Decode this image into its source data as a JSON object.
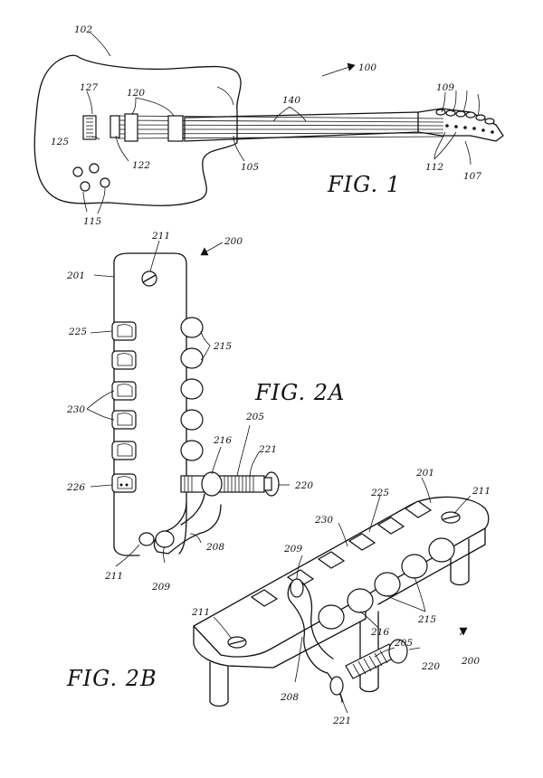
{
  "figures": [
    {
      "id": "fig1",
      "label": "FIG.  1"
    },
    {
      "id": "fig2a",
      "label": "FIG.  2A"
    },
    {
      "id": "fig2b",
      "label": "FIG.  2B"
    }
  ],
  "fig1_refs": {
    "r100": "100",
    "r102": "102",
    "r105": "105",
    "r107": "107",
    "r109": "109",
    "r112": "112",
    "r115": "115",
    "r120": "120",
    "r122": "122",
    "r125": "125",
    "r127": "127",
    "r140": "140"
  },
  "fig2a_refs": {
    "r200": "200",
    "r201": "201",
    "r205": "205",
    "r208": "208",
    "r209": "209",
    "r211_top": "211",
    "r211_bottom": "211",
    "r215": "215",
    "r216": "216",
    "r220": "220",
    "r221": "221",
    "r225": "225",
    "r226": "226",
    "r230": "230"
  },
  "fig2b_refs": {
    "r200": "200",
    "r201": "201",
    "r205": "205",
    "r208": "208",
    "r209": "209",
    "r211_left": "211",
    "r211_right": "211",
    "r215": "215",
    "r216": "216",
    "r220": "220",
    "r221": "221",
    "r225": "225",
    "r230": "230"
  }
}
